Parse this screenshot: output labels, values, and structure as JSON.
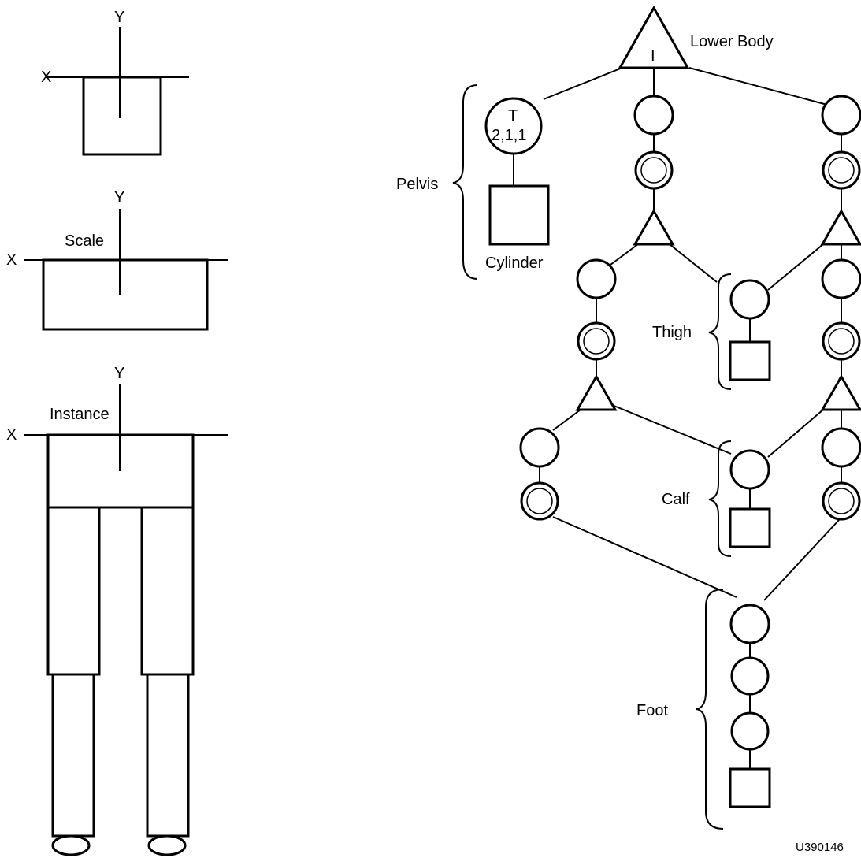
{
  "left_figures": {
    "axis_x": "X",
    "axis_y": "Y",
    "scale_label": "Scale",
    "instance_label": "Instance"
  },
  "tree": {
    "root_label": "Lower Body",
    "root_symbol": "I",
    "transform_letter": "T",
    "transform_values": "2,1,1",
    "cylinder_label": "Cylinder",
    "pelvis_label": "Pelvis",
    "thigh_label": "Thigh",
    "calf_label": "Calf",
    "foot_label": "Foot"
  },
  "figure_code": "U390146"
}
